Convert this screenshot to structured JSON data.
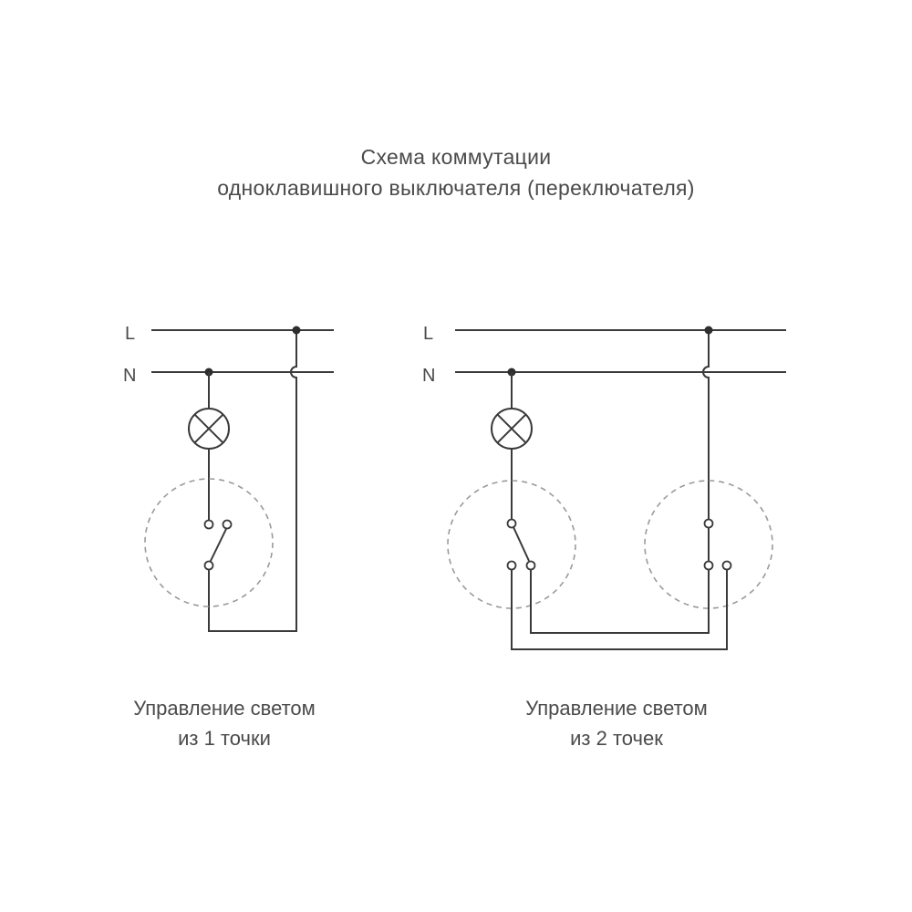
{
  "title": {
    "line1": "Схема коммутации",
    "line2": "одноклавишного выключателя (переключателя)"
  },
  "line_labels": {
    "phase": "L",
    "neutral": "N"
  },
  "diagrams": [
    {
      "caption_line1": "Управление светом",
      "caption_line2": "из 1 точки"
    },
    {
      "caption_line1": "Управление светом",
      "caption_line2": "из 2 точек"
    }
  ]
}
